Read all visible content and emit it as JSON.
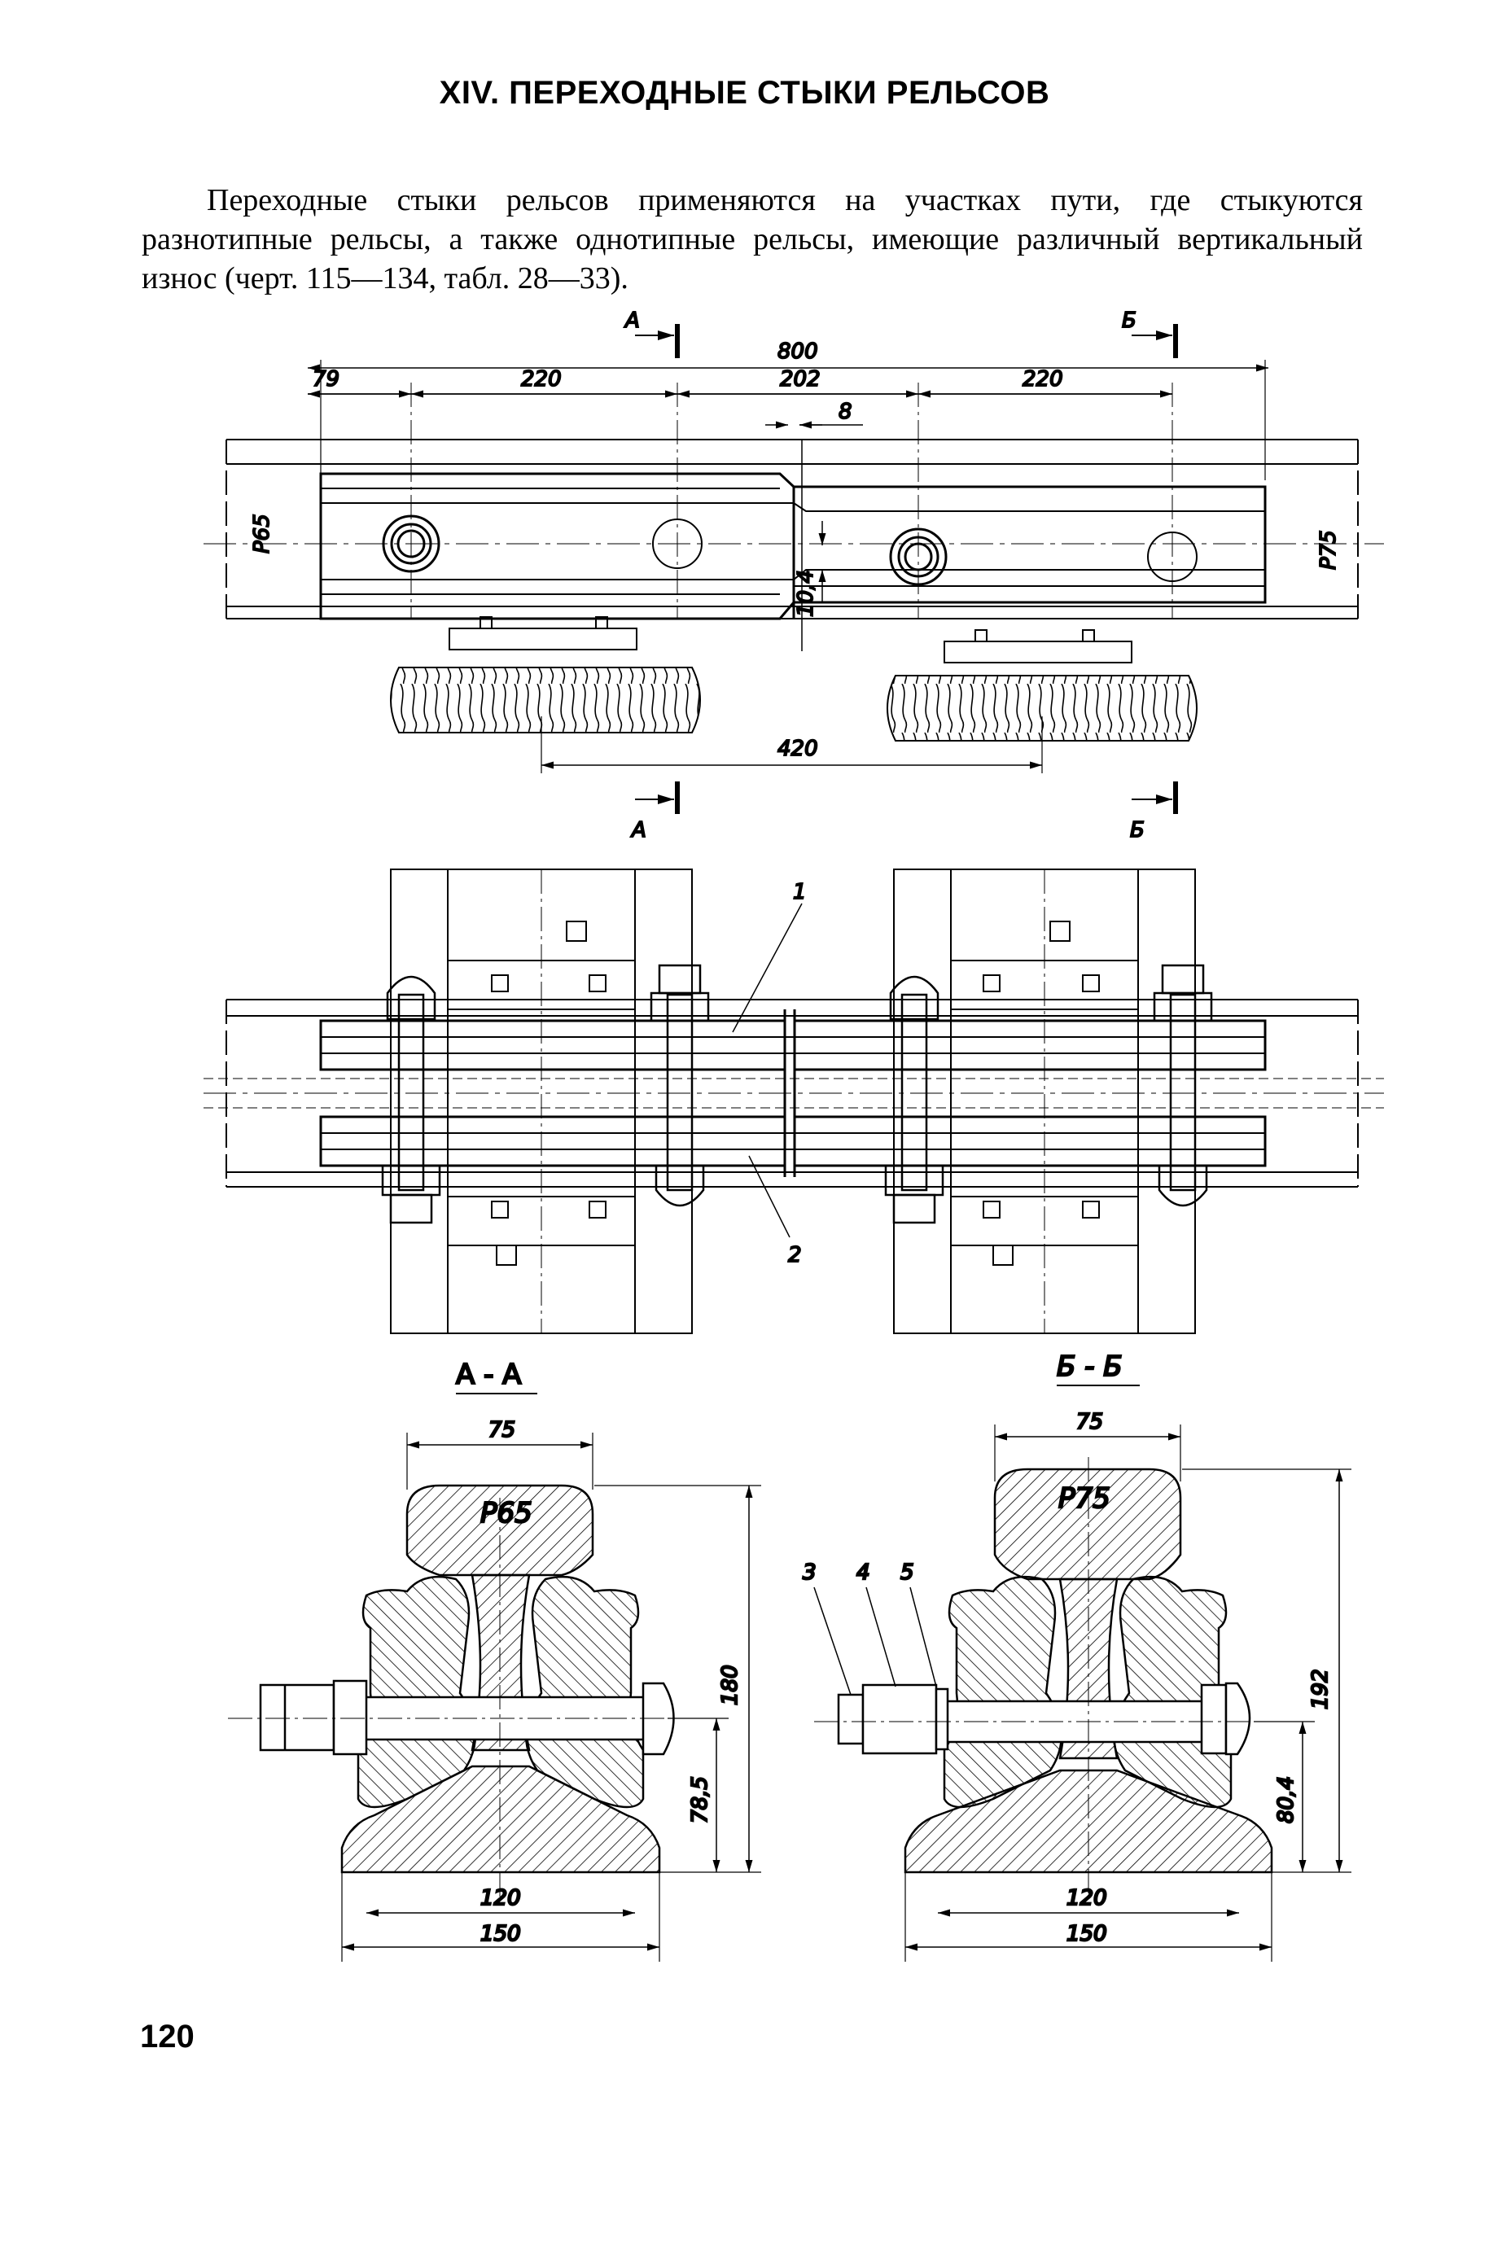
{
  "page": {
    "title": "XIV. ПЕРЕХОДНЫЕ СТЫКИ РЕЛЬСОВ",
    "paragraph": "Переходные стыки рельсов применяются на участках пути, где стыкуются разнотипные рельсы, а также однотипные рельсы, имеющие различный вертикальный износ (черт. 115—134, табл. 28—33).",
    "page_number": "120"
  },
  "side_view": {
    "dim_total": "800",
    "dim_79": "79",
    "dim_220_left": "220",
    "dim_202": "202",
    "dim_220_right": "220",
    "dim_8": "8",
    "dim_10_4": "10,4",
    "dim_420": "420",
    "rail_left": "Р65",
    "rail_right": "Р75",
    "section_a": "А",
    "section_b": "Б"
  },
  "plan_view": {
    "callout_1": "1",
    "callout_2": "2"
  },
  "section_aa": {
    "title": "А - А",
    "rail": "Р65",
    "dim_75": "75",
    "dim_180": "180",
    "dim_78_5": "78,5",
    "dim_120": "120",
    "dim_150": "150"
  },
  "section_bb": {
    "title": "Б - Б",
    "rail": "Р75",
    "dim_75": "75",
    "dim_192": "192",
    "dim_80_4": "80,4",
    "dim_120": "120",
    "dim_150": "150",
    "callout_3": "3",
    "callout_4": "4",
    "callout_5": "5"
  }
}
